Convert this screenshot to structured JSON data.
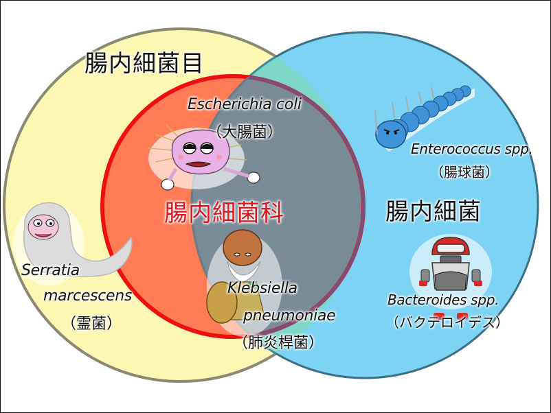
{
  "diagram": {
    "type": "venn",
    "sets": {
      "order_label": "腸内細菌目",
      "family_label": "腸内細菌科",
      "gut_label": "腸内細菌"
    },
    "colors": {
      "order_fill": "#fdf7b4",
      "order_stroke": "#8a8a72",
      "gut_fill": "#7dd3f3",
      "gut_stroke": "#3b6f86",
      "family_fill": "#ff7b55",
      "family_stroke": "#ee1010",
      "family_gut_overlap": "#7a8b98",
      "order_gut_overlap": "#7fd7c9",
      "overlap_stroke": "#7b4f78"
    },
    "organisms": [
      {
        "id": "ecoli",
        "scientific": "Escherichia coli",
        "japanese": "（大腸菌）",
        "character": "pink-bacterium-character"
      },
      {
        "id": "enterococcus",
        "scientific": "Enterococcus spp.",
        "japanese": "（腸球菌）",
        "character": "blue-centipede-character"
      },
      {
        "id": "serratia",
        "scientific_line1": "Serratia",
        "scientific_line2": "marcescens",
        "japanese": "（霊菌）",
        "character": "ghost-character"
      },
      {
        "id": "klebsiella",
        "scientific_line1": "Klebsiella",
        "scientific_line2": "pneumoniae",
        "japanese": "（肺炎桿菌）",
        "character": "old-man-character"
      },
      {
        "id": "bacteroides",
        "scientific": "Bacteroides spp.",
        "japanese": "（バクテロイデス）",
        "character": "diver-robot-character"
      }
    ]
  }
}
